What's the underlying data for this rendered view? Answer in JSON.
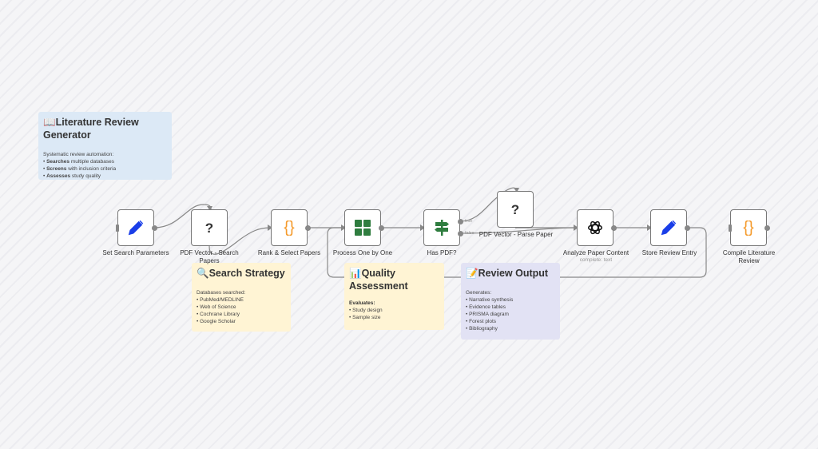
{
  "notes": {
    "main": {
      "emoji": "📖",
      "title": "Literature Review Generator",
      "intro": "Systematic review automation:",
      "items": [
        {
          "bold": "Searches",
          "rest": " multiple databases"
        },
        {
          "bold": "Screens",
          "rest": " with inclusion criteria"
        },
        {
          "bold": "Assesses",
          "rest": " study quality"
        }
      ]
    },
    "search": {
      "emoji": "🔍",
      "title": "Search Strategy",
      "intro": "Databases searched:",
      "items": [
        "PubMed/MEDLINE",
        "Web of Science",
        "Cochrane Library",
        "Google Scholar"
      ]
    },
    "quality": {
      "emoji": "📊",
      "title": "Quality Assessment",
      "intro": "Evaluates:",
      "items": [
        "Study design",
        "Sample size"
      ]
    },
    "output": {
      "emoji": "📝",
      "title": "Review Output",
      "intro": "Generates:",
      "items": [
        "Narrative synthesis",
        "Evidence tables",
        "PRISMA diagram",
        "Forest plots",
        "Bibliography"
      ]
    }
  },
  "nodes": [
    {
      "label": "Set Search Parameters",
      "icon": "pencil-icon"
    },
    {
      "label": "PDF Vector - Search Papers",
      "icon": "question-icon"
    },
    {
      "label": "Rank & Select Papers",
      "icon": "code-braces-icon"
    },
    {
      "label": "Process One by One",
      "icon": "grid-icon"
    },
    {
      "label": "Has PDF?",
      "icon": "signpost-icon"
    },
    {
      "label": "PDF Vector - Parse Paper",
      "icon": "question-icon"
    },
    {
      "label": "Analyze Paper Content",
      "icon": "openai-icon",
      "sub": "complete: text"
    },
    {
      "label": "Store Review Entry",
      "icon": "pencil-icon"
    },
    {
      "label": "Compile Literature Review",
      "icon": "code-braces-icon"
    }
  ],
  "ports": {
    "true": "true",
    "false": "false"
  },
  "colors": {
    "blue_note": "#dce9f6",
    "yellow_note": "#fff4d4",
    "purple_note": "#e2e2f4",
    "pencil": "#1a3ee8",
    "code": "#f59a2b",
    "green": "#2f7d3f"
  }
}
